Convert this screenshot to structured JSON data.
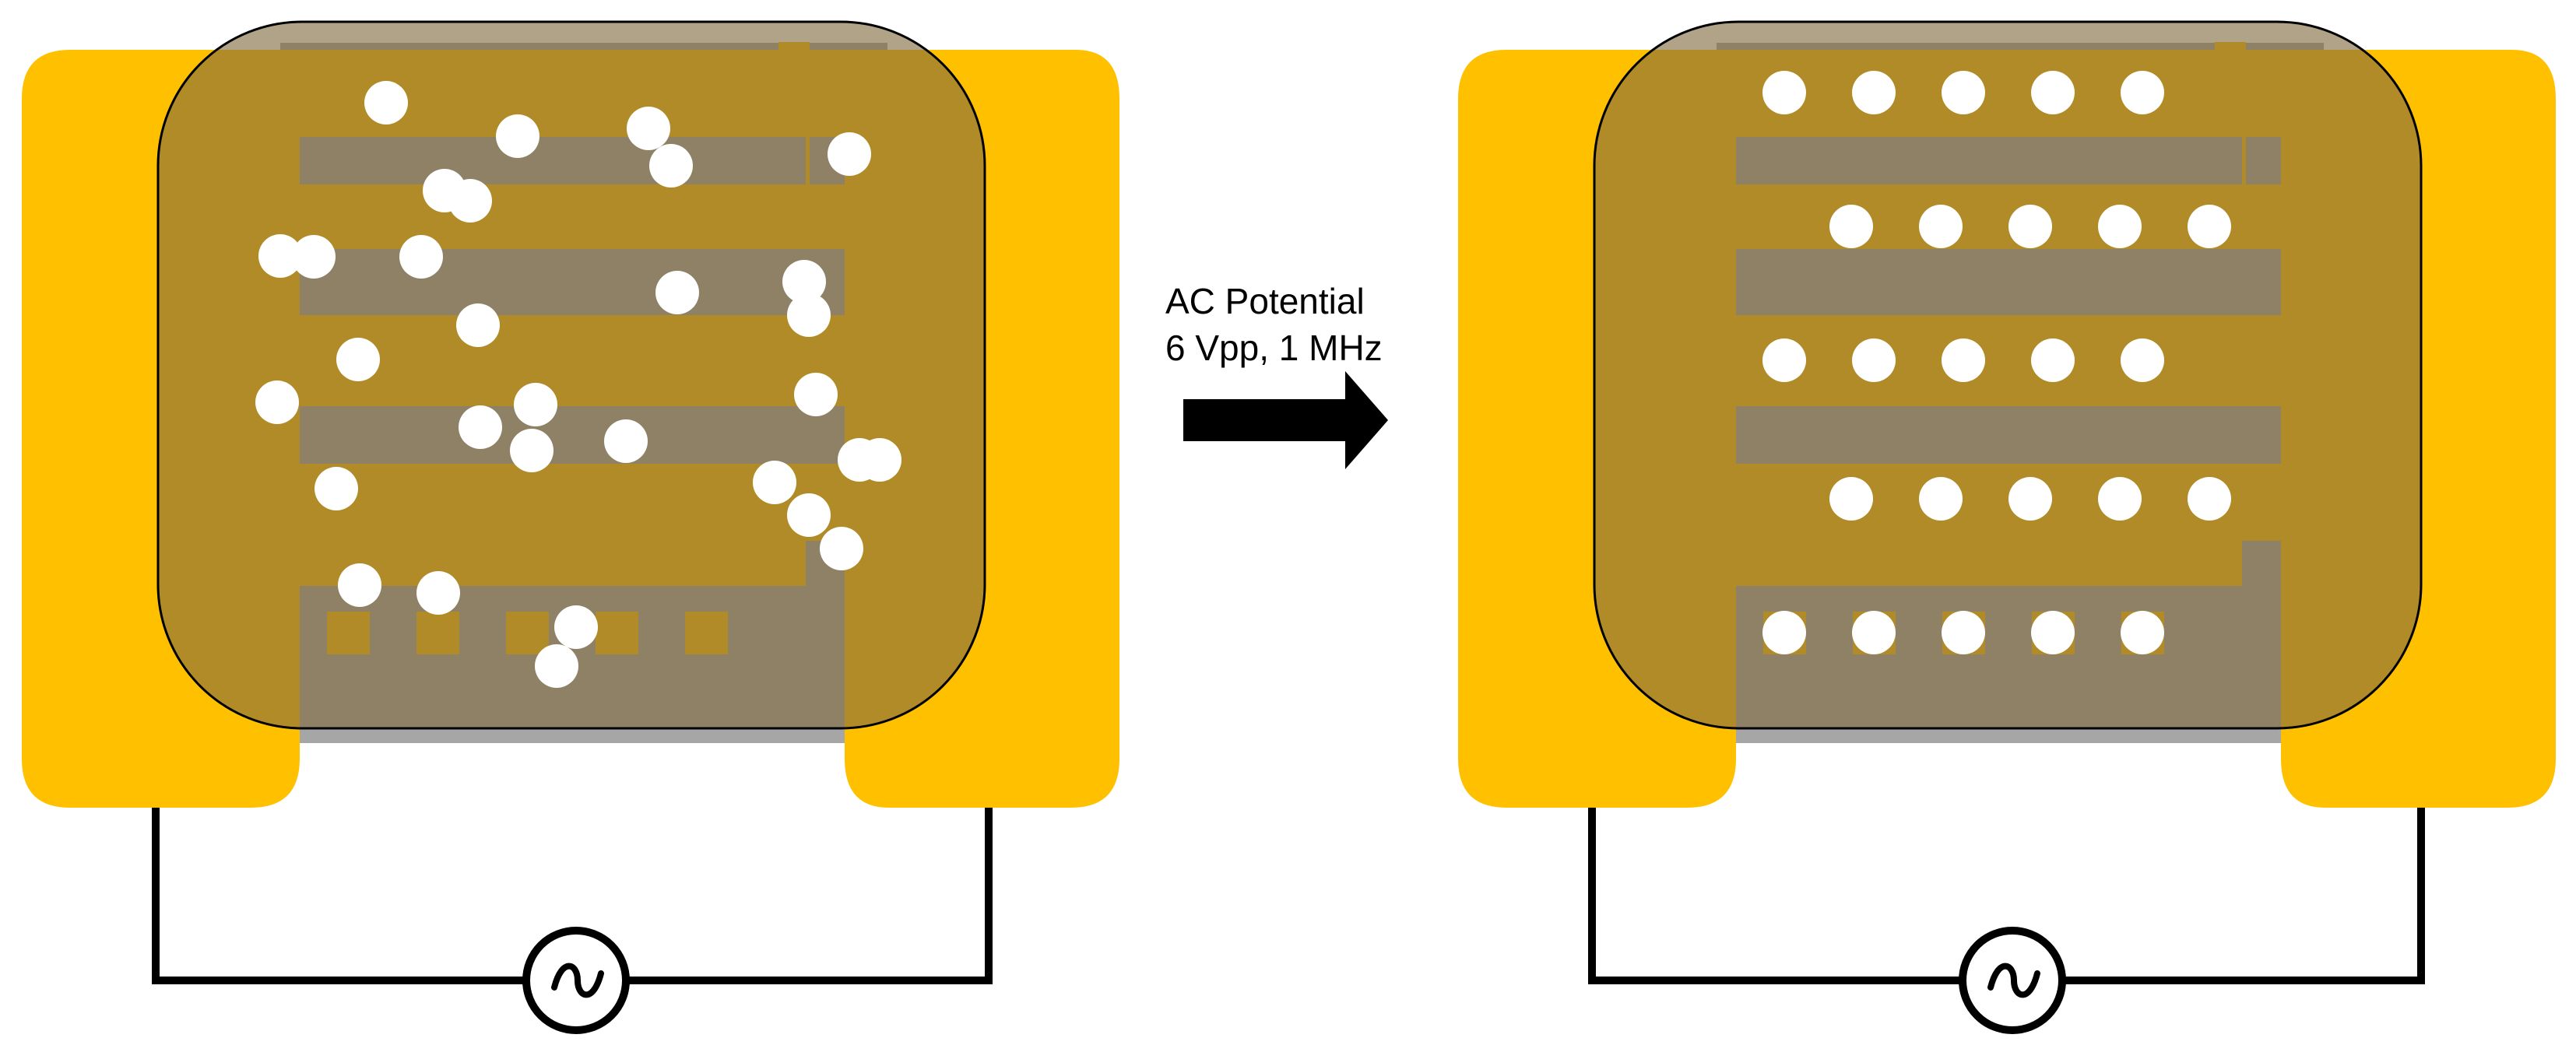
{
  "annotation": {
    "line1": "AC Potential",
    "line2": "6 Vpp, 1 MHz"
  },
  "colors": {
    "electrode": "#ffc000",
    "substrate": "#a6a6a6",
    "droplet_overlay": "#7f6a3f",
    "particle": "#ffffff",
    "wire": "#000000",
    "arrow": "#000000"
  },
  "icons": {
    "ac_source": "sine-wave-in-circle-icon",
    "process_arrow": "right-arrow-icon"
  },
  "panels": [
    {
      "id": "before",
      "state": "particles randomly dispersed"
    },
    {
      "id": "after",
      "state": "particles trapped on electrode pads"
    }
  ]
}
